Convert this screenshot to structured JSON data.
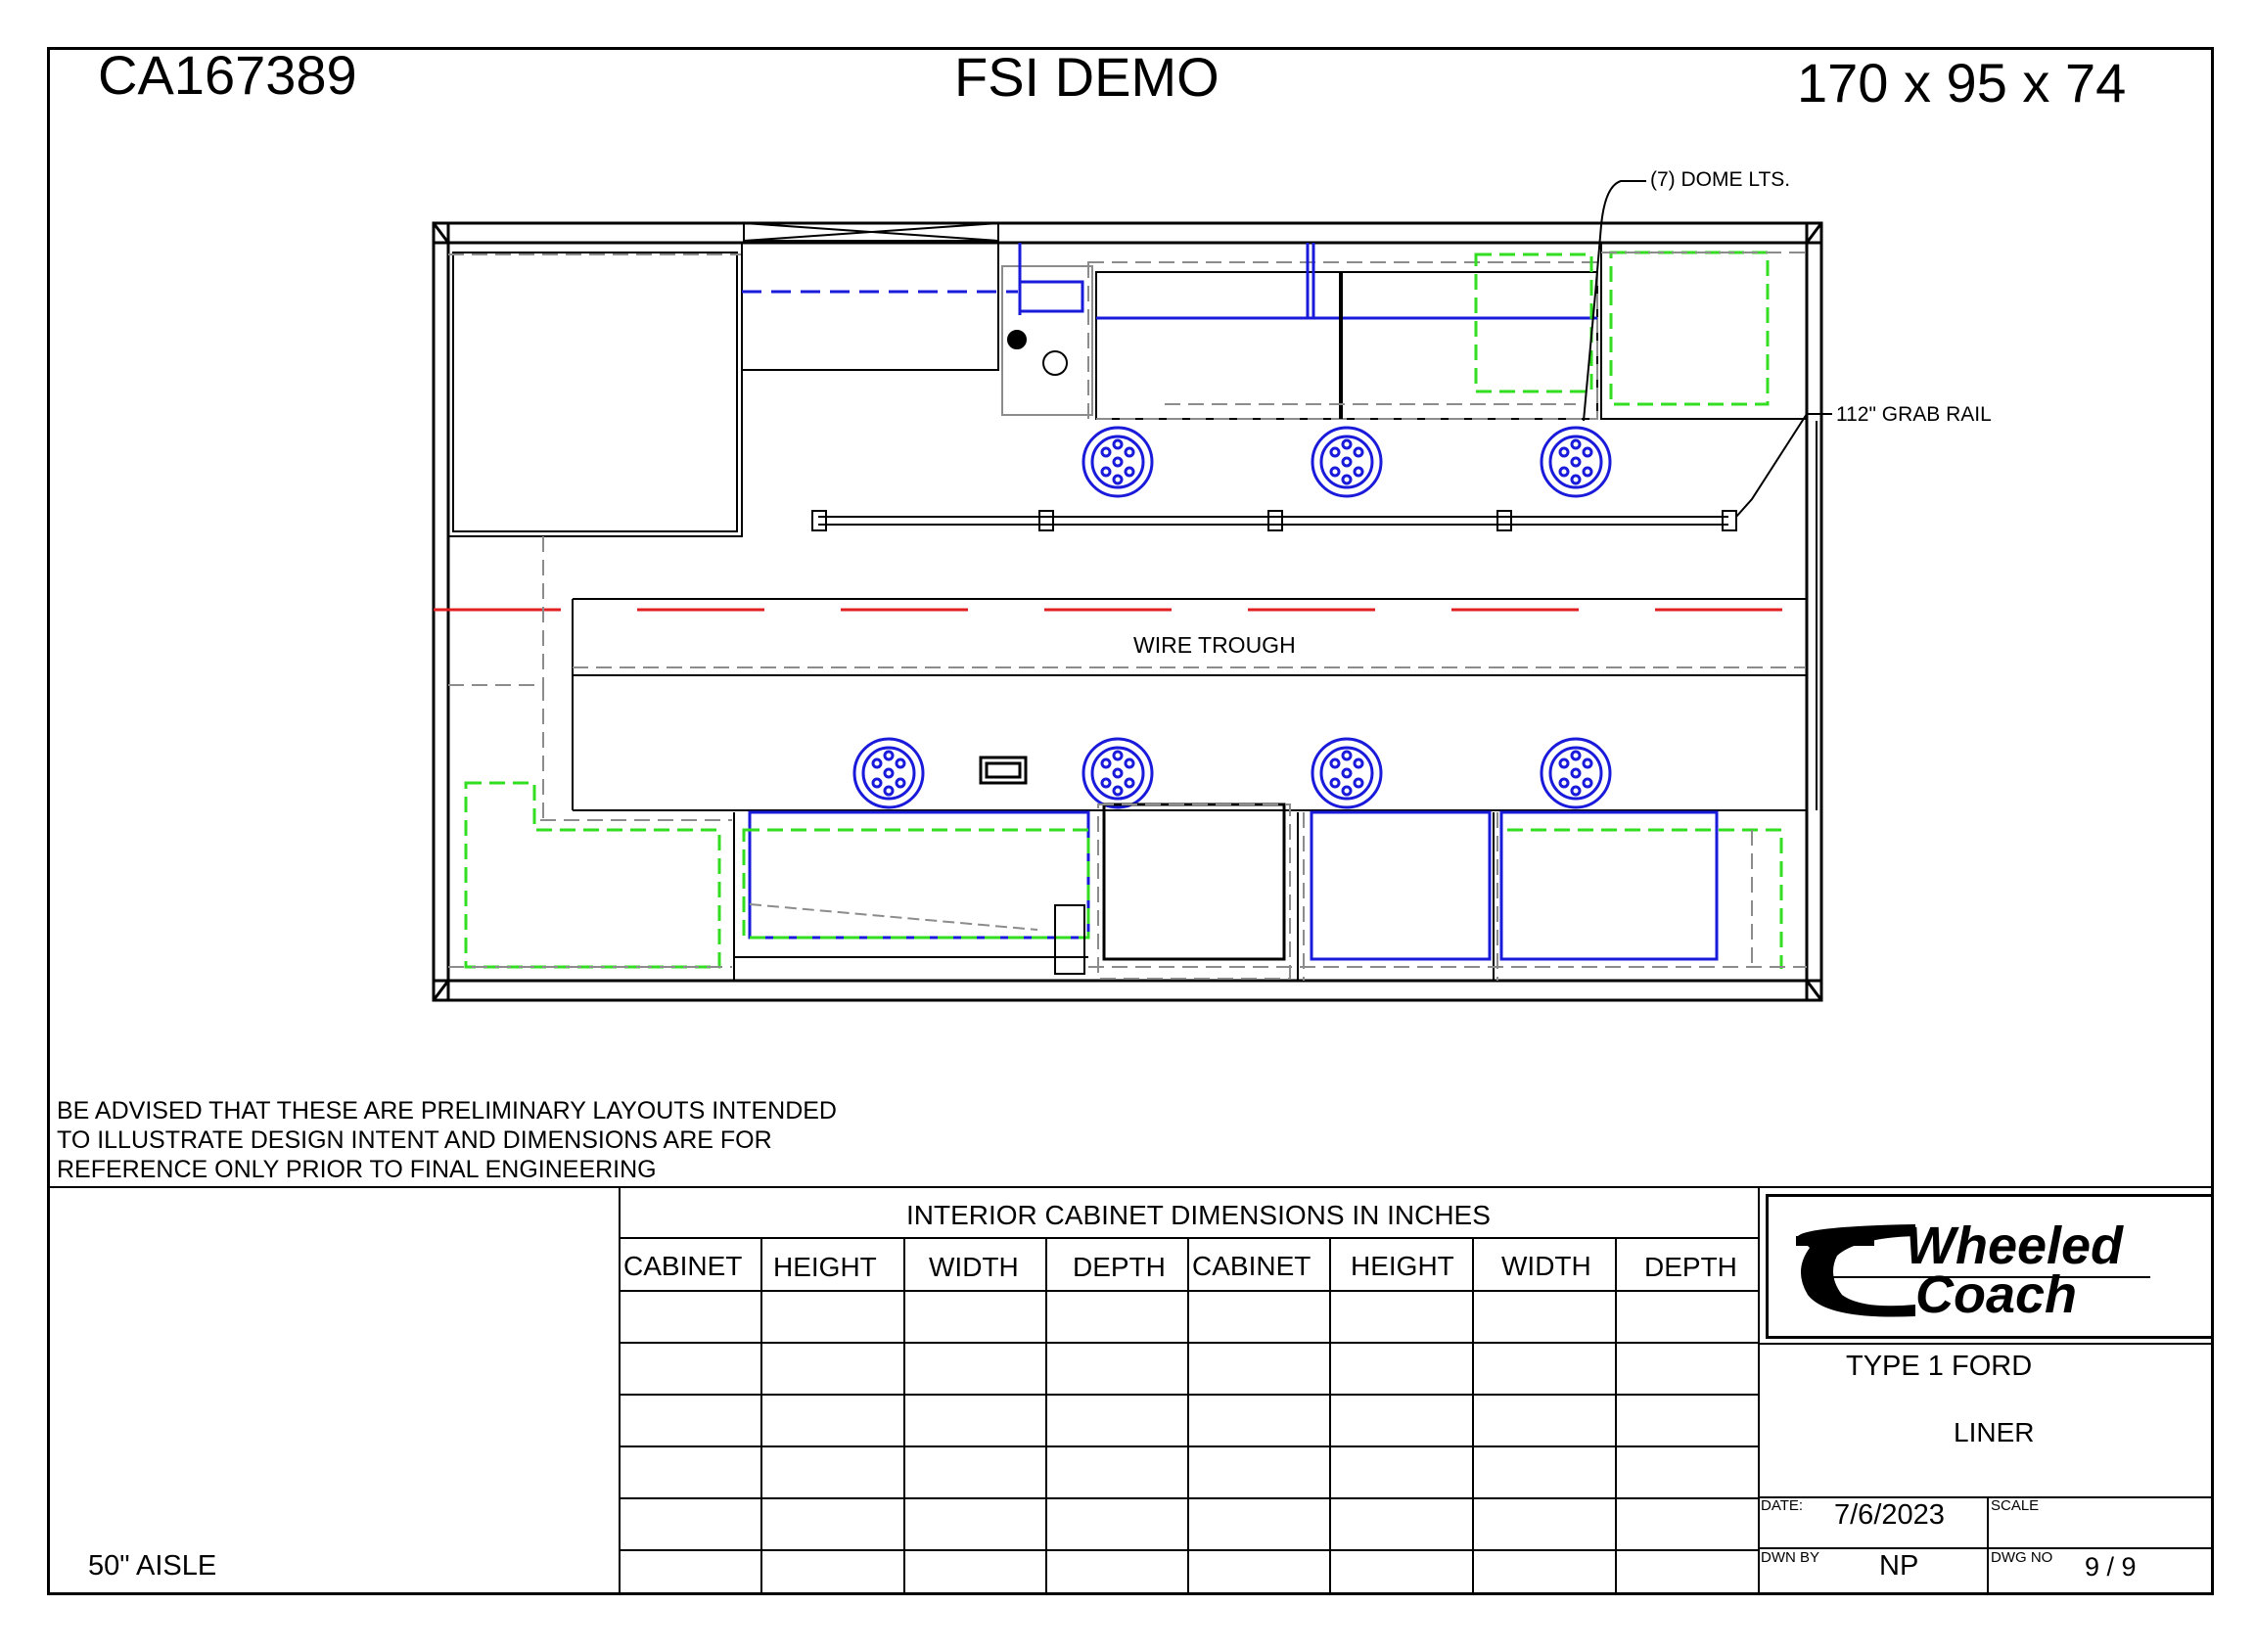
{
  "header": {
    "job_number": "CA167389",
    "title": "FSI DEMO",
    "dimensions": "170 x 95 x 74"
  },
  "callouts": {
    "dome_lights": "(7)  DOME LTS.",
    "grab_rail": "112\" GRAB RAIL",
    "wire_trough": "WIRE TROUGH"
  },
  "disclaimer": {
    "line1": "BE ADVISED THAT THESE ARE PRELIMINARY LAYOUTS INTENDED",
    "line2": "TO ILLUSTRATE DESIGN INTENT AND DIMENSIONS  ARE FOR",
    "line3": "REFERENCE ONLY PRIOR TO FINAL ENGINEERING"
  },
  "aisle_label": "50\" AISLE",
  "cabinet_table": {
    "title": "INTERIOR CABINET DIMENSIONS IN INCHES",
    "columns": [
      "CABINET",
      "HEIGHT",
      "WIDTH",
      "DEPTH",
      "CABINET",
      "HEIGHT",
      "WIDTH",
      "DEPTH"
    ],
    "rows": [
      [
        "",
        "",
        "",
        "",
        "",
        "",
        "",
        ""
      ],
      [
        "",
        "",
        "",
        "",
        "",
        "",
        "",
        ""
      ],
      [
        "",
        "",
        "",
        "",
        "",
        "",
        "",
        ""
      ],
      [
        "",
        "",
        "",
        "",
        "",
        "",
        "",
        ""
      ],
      [
        "",
        "",
        "",
        "",
        "",
        "",
        "",
        ""
      ],
      [
        "",
        "",
        "",
        "",
        "",
        "",
        "",
        ""
      ]
    ]
  },
  "title_block": {
    "logo_line1": "Wheeled",
    "logo_line2": "Coach",
    "type": "TYPE 1 FORD",
    "sub": "LINER",
    "date_label": "DATE:",
    "date": "7/6/2023",
    "scale_label": "SCALE",
    "drawn_by_label": "DWN BY",
    "drawn_by": "NP",
    "dwg_no_label": "DWG NO",
    "dwg_no": "9 / 9"
  },
  "colors": {
    "outline": "#000000",
    "dashed_gray": "#8c8c8c",
    "blue": "#1a1adb",
    "green": "#33dd22",
    "red": "#e02020"
  }
}
